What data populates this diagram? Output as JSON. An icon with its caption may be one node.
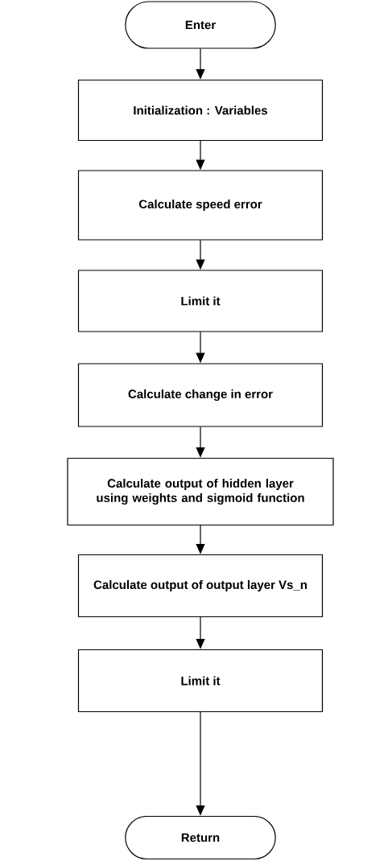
{
  "diagram": {
    "nodes": [
      {
        "text": [
          "Enter"
        ]
      },
      {
        "text": [
          "Initialization : Variables"
        ]
      },
      {
        "text": [
          "Calculate speed error"
        ]
      },
      {
        "text": [
          "Limit it"
        ]
      },
      {
        "text": [
          "Calculate change in error"
        ]
      },
      {
        "text": [
          "Calculate output of hidden layer using weights and sigmoid function"
        ]
      },
      {
        "text": [
          "Calculate output of output layer Vs_n"
        ]
      },
      {
        "text": [
          "Limit it"
        ]
      },
      {
        "text": [
          "Return"
        ]
      }
    ],
    "edges": [
      {
        "from": 0,
        "to": 1,
        "arrow": "to"
      },
      {
        "from": 1,
        "to": 2,
        "arrow": "to"
      },
      {
        "from": 2,
        "to": 3,
        "arrow": "to"
      },
      {
        "from": 3,
        "to": 4,
        "arrow": "to"
      },
      {
        "from": 4,
        "to": 5,
        "arrow": "to"
      },
      {
        "from": 5,
        "to": 6,
        "arrow": "to"
      },
      {
        "from": 6,
        "to": 7,
        "arrow": "to"
      },
      {
        "from": 7,
        "to": 8,
        "arrow": "to"
      }
    ]
  }
}
